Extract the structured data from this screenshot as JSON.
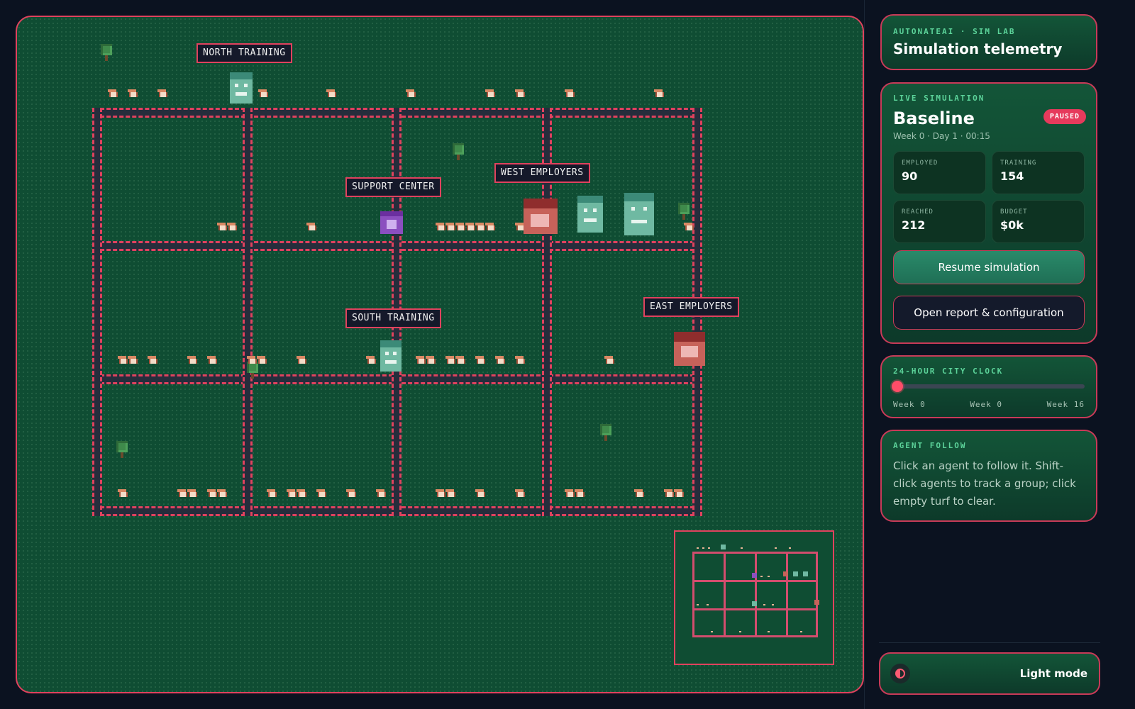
{
  "map": {
    "labels": {
      "north_training": "NORTH TRAINING",
      "support_center": "SUPPORT CENTER",
      "west_employers": "WEST EMPLOYERS",
      "south_training": "SOUTH TRAINING",
      "east_employers": "EAST EMPLOYERS"
    }
  },
  "header": {
    "eyebrow": "AUTONATEAI · SIM LAB",
    "title": "Simulation telemetry"
  },
  "simulation": {
    "eyebrow": "LIVE SIMULATION",
    "name": "Baseline",
    "status": "PAUSED",
    "time": "Week 0 · Day 1 · 00:15",
    "stats": [
      {
        "label": "EMPLOYED",
        "value": "90"
      },
      {
        "label": "TRAINING",
        "value": "154"
      },
      {
        "label": "REACHED",
        "value": "212"
      },
      {
        "label": "BUDGET",
        "value": "$0k"
      }
    ],
    "resume_label": "Resume simulation",
    "report_label": "Open report & configuration"
  },
  "clock": {
    "eyebrow": "24-HOUR CITY CLOCK",
    "progress": 0,
    "ticks": [
      "Week 0",
      "Week 0",
      "Week 16"
    ]
  },
  "follow": {
    "eyebrow": "AGENT FOLLOW",
    "text": "Click an agent to follow it. Shift-click agents to track a group; click empty turf to clear."
  },
  "theme": {
    "label": "Light mode"
  },
  "colors": {
    "accent": "#e0425e",
    "grass": "#0f4d33",
    "road": "#262d3c",
    "highlight": "#5cd39a"
  }
}
